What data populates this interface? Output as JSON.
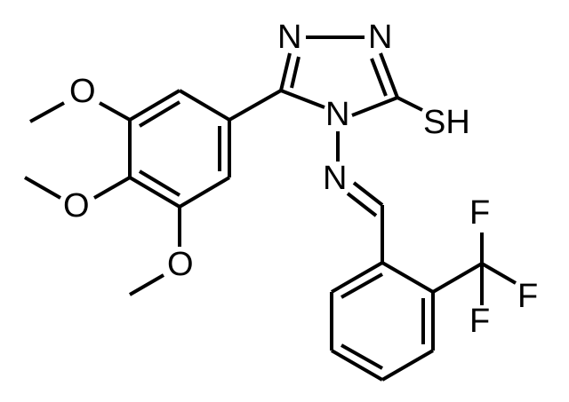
{
  "labels": {
    "n1": "N",
    "n2": "N",
    "n4": "N",
    "n_imine": "N",
    "sh": "SH",
    "o1": "O",
    "o2": "O",
    "o3": "O",
    "f1": "F",
    "f2": "F",
    "f3": "F"
  }
}
